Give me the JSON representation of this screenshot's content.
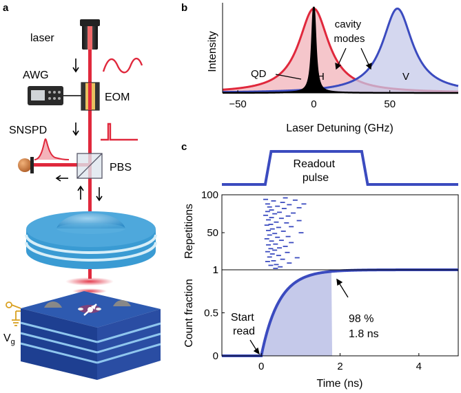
{
  "panels": {
    "a": {
      "label": "a",
      "laser": "laser",
      "awg": "AWG",
      "eom": "EOM",
      "snspd": "SNSPD",
      "pbs": "PBS",
      "vg_main": "V",
      "vg_sub": "g"
    },
    "b": {
      "label": "b",
      "ylabel": "Intensity",
      "xlabel": "Laser Detuning (GHz)",
      "ann_qd": "QD",
      "ann_h": "H",
      "ann_v": "V",
      "ann_cavity_1": "cavity",
      "ann_cavity_2": "modes"
    },
    "c": {
      "label": "c",
      "pulse_1": "Readout",
      "pulse_2": "pulse",
      "raster_ylabel": "Repetitions",
      "frac_ylabel": "Count fraction",
      "xlabel": "Time (ns)",
      "start_1": "Start",
      "start_2": "read",
      "pct": "98 %",
      "time": "1.8 ns"
    }
  },
  "colors": {
    "blue": "#3b4bbf",
    "red": "#e0283c",
    "blue_fill": "#c5c9ea",
    "red_fill": "#f2b3ba"
  },
  "chart_data": [
    {
      "type": "area",
      "panel": "b",
      "xlabel": "Laser Detuning (GHz)",
      "ylabel": "Intensity",
      "xlim": [
        -60,
        95
      ],
      "xticks": [
        -50,
        0,
        50
      ],
      "series": [
        {
          "name": "QD",
          "shape": "lorentzian",
          "center": 0,
          "fwhm": 3,
          "amplitude": 1.0,
          "color": "#000000"
        },
        {
          "name": "H",
          "shape": "lorentzian",
          "center": 0,
          "fwhm": 24,
          "amplitude": 0.98,
          "color": "#e0283c"
        },
        {
          "name": "V",
          "shape": "lorentzian",
          "center": 55,
          "fwhm": 24,
          "amplitude": 0.98,
          "color": "#3b4bbf"
        }
      ]
    },
    {
      "type": "scatter",
      "panel": "c-raster",
      "ylabel": "Repetitions",
      "ylim": [
        1,
        100
      ],
      "yticks": [
        1,
        50,
        100
      ],
      "xlim": [
        -1,
        5
      ],
      "events": [
        [
          0.55,
          96
        ],
        [
          0.05,
          94
        ],
        [
          0.8,
          93
        ],
        [
          0.25,
          92
        ],
        [
          0.48,
          90
        ],
        [
          0.1,
          88
        ],
        [
          1.02,
          88
        ],
        [
          0.65,
          87
        ],
        [
          0.35,
          85
        ],
        [
          0.15,
          84
        ],
        [
          0.9,
          83
        ],
        [
          0.52,
          82
        ],
        [
          0.2,
          80
        ],
        [
          0.1,
          78
        ],
        [
          0.4,
          77
        ],
        [
          0.75,
          76
        ],
        [
          0.28,
          75
        ],
        [
          0.05,
          73
        ],
        [
          0.62,
          72
        ],
        [
          0.2,
          70
        ],
        [
          0.45,
          69
        ],
        [
          0.12,
          67
        ],
        [
          0.9,
          66
        ],
        [
          0.32,
          64
        ],
        [
          0.58,
          63
        ],
        [
          0.18,
          61
        ],
        [
          0.08,
          60
        ],
        [
          0.7,
          58
        ],
        [
          0.38,
          57
        ],
        [
          0.22,
          55
        ],
        [
          0.12,
          53
        ],
        [
          0.5,
          52
        ],
        [
          0.95,
          50
        ],
        [
          0.28,
          49
        ],
        [
          0.15,
          47
        ],
        [
          0.62,
          45
        ],
        [
          0.35,
          44
        ],
        [
          0.08,
          42
        ],
        [
          0.45,
          40
        ],
        [
          0.2,
          39
        ],
        [
          0.7,
          37
        ],
        [
          0.3,
          35
        ],
        [
          0.12,
          34
        ],
        [
          0.55,
          32
        ],
        [
          0.4,
          30
        ],
        [
          0.18,
          29
        ],
        [
          0.28,
          27
        ],
        [
          0.1,
          25
        ],
        [
          0.6,
          24
        ],
        [
          0.22,
          22
        ],
        [
          0.38,
          20
        ],
        [
          0.15,
          18
        ],
        [
          0.85,
          17
        ],
        [
          0.48,
          15
        ],
        [
          0.25,
          13
        ],
        [
          0.1,
          12
        ],
        [
          0.65,
          10
        ],
        [
          0.32,
          8
        ],
        [
          0.18,
          7
        ],
        [
          0.42,
          5
        ],
        [
          0.3,
          3
        ]
      ]
    },
    {
      "type": "line",
      "panel": "c-fraction",
      "xlabel": "Time (ns)",
      "ylabel": "Count fraction",
      "xlim": [
        -1,
        5
      ],
      "ylim": [
        0,
        1
      ],
      "xticks": [
        0,
        2,
        4
      ],
      "yticks": [
        0,
        0.5,
        1
      ],
      "model": "1 - exp(-t / 0.45) for t >= 0",
      "shaded_until": 1.8,
      "value_at_shaded_end": 0.98
    },
    {
      "type": "line",
      "panel": "c-pulse",
      "pulse_on": [
        0.0,
        2.7
      ]
    }
  ]
}
